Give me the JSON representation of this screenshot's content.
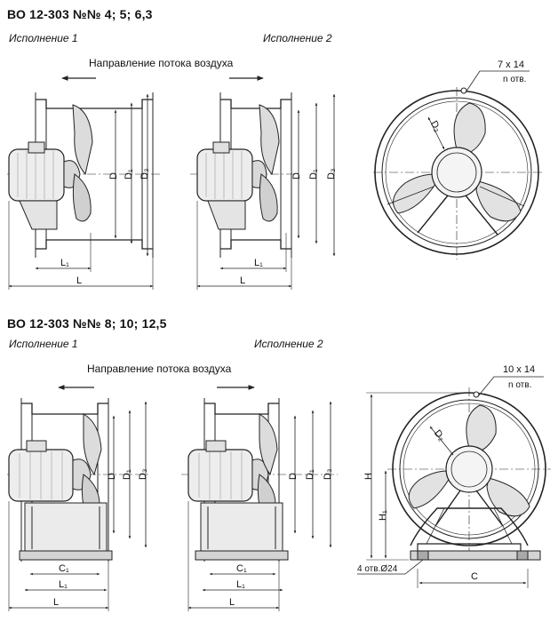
{
  "sections": [
    {
      "title": "ВО 12-303  №№ 4;  5;  6,3",
      "variant1": "Исполнение 1",
      "variant2": "Исполнение 2",
      "flow_label": "Направление потока воздуха",
      "holes_label": "7 x 14",
      "holes_sub": "n отв.",
      "dims": {
        "D": "D",
        "D1": "D₁",
        "D3": "D₃",
        "D2": "D₂",
        "L": "L",
        "L1": "L₁"
      }
    },
    {
      "title": "ВО 12-303  №№ 8;  10;  12,5",
      "variant1": "Исполнение 1",
      "variant2": "Исполнение 2",
      "flow_label": "Направление потока воздуха",
      "holes_label": "10 x 14",
      "holes_sub": "n отв.",
      "base_holes": "4 отв.Ø24",
      "dims": {
        "D": "D",
        "D1": "D₁",
        "D3": "D₃",
        "D2": "D₂",
        "L": "L",
        "L1": "L₁",
        "C": "C",
        "C1": "C₁",
        "H": "H",
        "H1": "H₁"
      }
    }
  ]
}
